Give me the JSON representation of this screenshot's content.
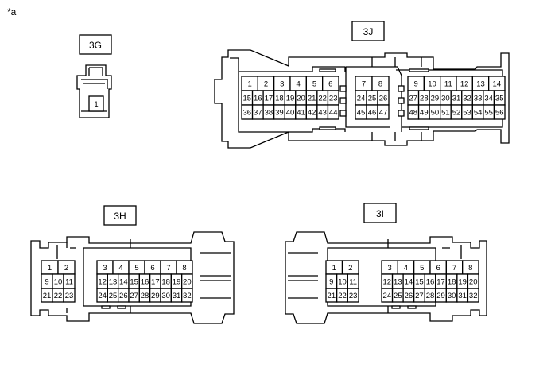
{
  "figure_label": "*a",
  "connectors": [
    {
      "id": "3G",
      "groups": [
        {
          "rows": [
            [
              "1"
            ]
          ]
        }
      ]
    },
    {
      "id": "3J",
      "groups": [
        {
          "rows": [
            [
              "1",
              "2",
              "3",
              "4",
              "5",
              "6"
            ],
            [
              "15",
              "16",
              "17",
              "18",
              "19",
              "20",
              "21",
              "22",
              "23"
            ],
            [
              "36",
              "37",
              "38",
              "39",
              "40",
              "41",
              "42",
              "43",
              "44"
            ]
          ]
        },
        {
          "rows": [
            [
              "7",
              "8"
            ],
            [
              "24",
              "25",
              "26"
            ],
            [
              "45",
              "46",
              "47"
            ]
          ]
        },
        {
          "rows": [
            [
              "9",
              "10",
              "11",
              "12",
              "13",
              "14"
            ],
            [
              "27",
              "28",
              "29",
              "30",
              "31",
              "32",
              "33",
              "34",
              "35"
            ],
            [
              "48",
              "49",
              "50",
              "51",
              "52",
              "53",
              "54",
              "55",
              "56"
            ]
          ]
        }
      ]
    },
    {
      "id": "3H",
      "groups": [
        {
          "rows": [
            [
              "1",
              "2"
            ],
            [
              "9",
              "10",
              "11"
            ],
            [
              "21",
              "22",
              "23"
            ]
          ]
        },
        {
          "rows": [
            [
              "3",
              "4",
              "5",
              "6",
              "7",
              "8"
            ],
            [
              "12",
              "13",
              "14",
              "15",
              "16",
              "17",
              "18",
              "19",
              "20"
            ],
            [
              "24",
              "25",
              "26",
              "27",
              "28",
              "29",
              "30",
              "31",
              "32"
            ]
          ]
        }
      ]
    },
    {
      "id": "3I",
      "groups": [
        {
          "rows": [
            [
              "1",
              "2"
            ],
            [
              "9",
              "10",
              "11"
            ],
            [
              "21",
              "22",
              "23"
            ]
          ]
        },
        {
          "rows": [
            [
              "3",
              "4",
              "5",
              "6",
              "7",
              "8"
            ],
            [
              "12",
              "13",
              "14",
              "15",
              "16",
              "17",
              "18",
              "19",
              "20"
            ],
            [
              "24",
              "25",
              "26",
              "27",
              "28",
              "29",
              "30",
              "31",
              "32"
            ]
          ]
        }
      ]
    }
  ]
}
